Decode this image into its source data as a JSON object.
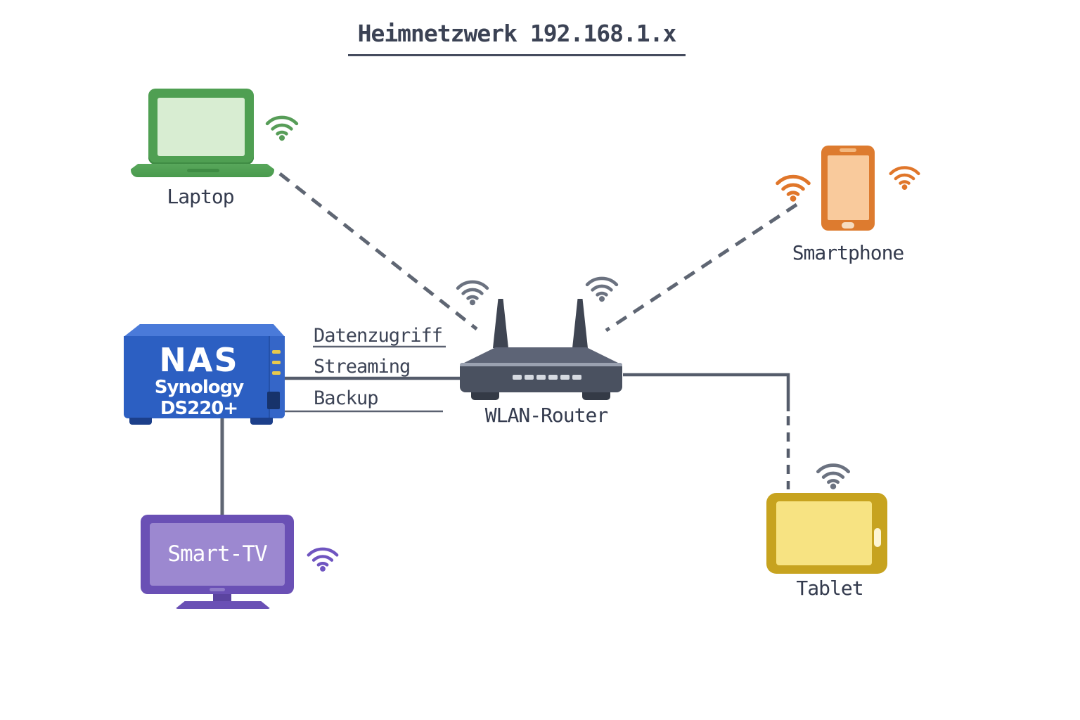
{
  "title": {
    "text": "Heimnetzwerk 192.168.1.x"
  },
  "devices": {
    "laptop": {
      "label": "Laptop",
      "color": "#4f9f52",
      "wifi_color": "#579d58"
    },
    "smartphone": {
      "label": "Smartphone",
      "color": "#dd7b2f",
      "wifi_color": "#e0762a"
    },
    "nas": {
      "label": "NAS",
      "sublabel": "Synology DS220+",
      "color": "#2c5fc2",
      "led_color": "#e8c94d"
    },
    "router": {
      "label": "WLAN-Router",
      "color": "#4a5160",
      "wifi_color": "#6b7280",
      "led_count": 6
    },
    "smart_tv": {
      "screen_label": "Smart-TV",
      "color": "#6a50b5",
      "wifi_color": "#6f55c0"
    },
    "tablet": {
      "label": "Tablet",
      "color": "#c7a31f",
      "wifi_color": "#6b7280"
    }
  },
  "connections": {
    "nas_router": {
      "labels": [
        "Datenzugriff",
        "Streaming",
        "Backup"
      ],
      "style": "solid"
    },
    "laptop_router": {
      "style": "dashed"
    },
    "smartphone_router": {
      "style": "dashed"
    },
    "router_tablet": {
      "style": "solid-then-dashed"
    },
    "nas_smarttv": {
      "style": "solid"
    }
  },
  "colors": {
    "text": "#3b4254",
    "line": "#5f6673",
    "background": "#ffffff"
  }
}
